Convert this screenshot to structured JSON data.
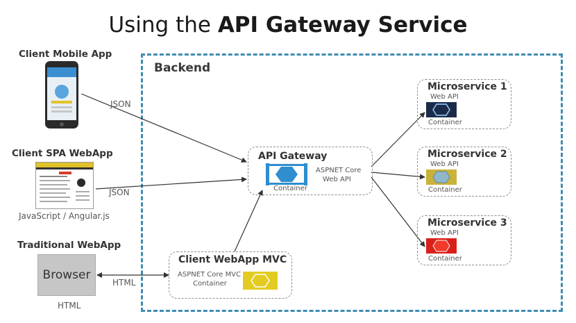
{
  "title": {
    "prefix": "Using the ",
    "bold": "API Gateway Service"
  },
  "backend": {
    "label": "Backend"
  },
  "clients": {
    "mobile": {
      "label": "Client Mobile App",
      "protocol": "JSON"
    },
    "spa": {
      "label": "Client SPA WebApp",
      "protocol": "JSON",
      "caption": "JavaScript / Angular.js"
    },
    "traditional": {
      "label": "Traditional WebApp",
      "browser_label": "Browser",
      "protocol": "HTML",
      "caption": "HTML"
    }
  },
  "gateway": {
    "title": "API Gateway",
    "tech": "ASPNET Core",
    "api": "Web API",
    "container": "Container"
  },
  "mvc": {
    "title": "Client WebApp MVC",
    "tech": "ASPNET Core MVC",
    "container": "Container"
  },
  "microservices": [
    {
      "title": "Microservice 1",
      "api": "Web API",
      "container": "Container",
      "color": "#1c2a4a"
    },
    {
      "title": "Microservice 2",
      "api": "Web API",
      "container": "Container",
      "color": "#c9b23a"
    },
    {
      "title": "Microservice 3",
      "api": "Web API",
      "container": "Container",
      "color": "#d9201a"
    }
  ],
  "colors": {
    "backend_border": "#3e8cb0",
    "gateway_container": "#2f8ecf",
    "mvc_container": "#e2cc22",
    "arrow": "#333333"
  }
}
